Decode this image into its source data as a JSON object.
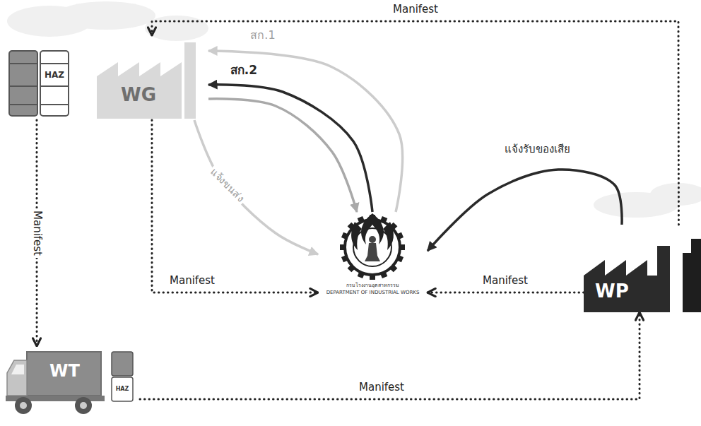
{
  "diagram": {
    "nodes": [
      {
        "text": [
          "WG"
        ]
      },
      {
        "text": [
          "กรมโรงงานอุตสาหกรรม",
          "DEPARTMENT OF INDUSTRIAL WORKS"
        ]
      },
      {
        "text": [
          "WP"
        ]
      },
      {
        "text": [
          "WT"
        ]
      }
    ],
    "edges": [
      {
        "from": 2,
        "to": 0,
        "label": "Manifest",
        "arrow": "to"
      },
      {
        "from": 0,
        "to": 3,
        "label": "Manifest",
        "arrow": "to"
      },
      {
        "from": 1,
        "to": 0,
        "label": "สก.1",
        "arrow": "to"
      },
      {
        "from": 1,
        "to": 0,
        "label": "สก.2",
        "arrow": "to"
      },
      {
        "from": 0,
        "to": 1,
        "arrow": "to"
      },
      {
        "from": 0,
        "to": 1,
        "label": "แจ้งขนส่ง",
        "arrow": "to"
      },
      {
        "from": 0,
        "to": 1,
        "label": "Manifest",
        "arrow": "to"
      },
      {
        "from": 2,
        "to": 1,
        "label": "แจ้งรับของเสีย",
        "arrow": "to"
      },
      {
        "from": 2,
        "to": 1,
        "label": "Manifest",
        "arrow": "to"
      },
      {
        "from": 3,
        "to": 2,
        "label": "Manifest",
        "arrow": "to"
      }
    ],
    "labels": [
      "HAZ",
      "HAZ"
    ]
  }
}
